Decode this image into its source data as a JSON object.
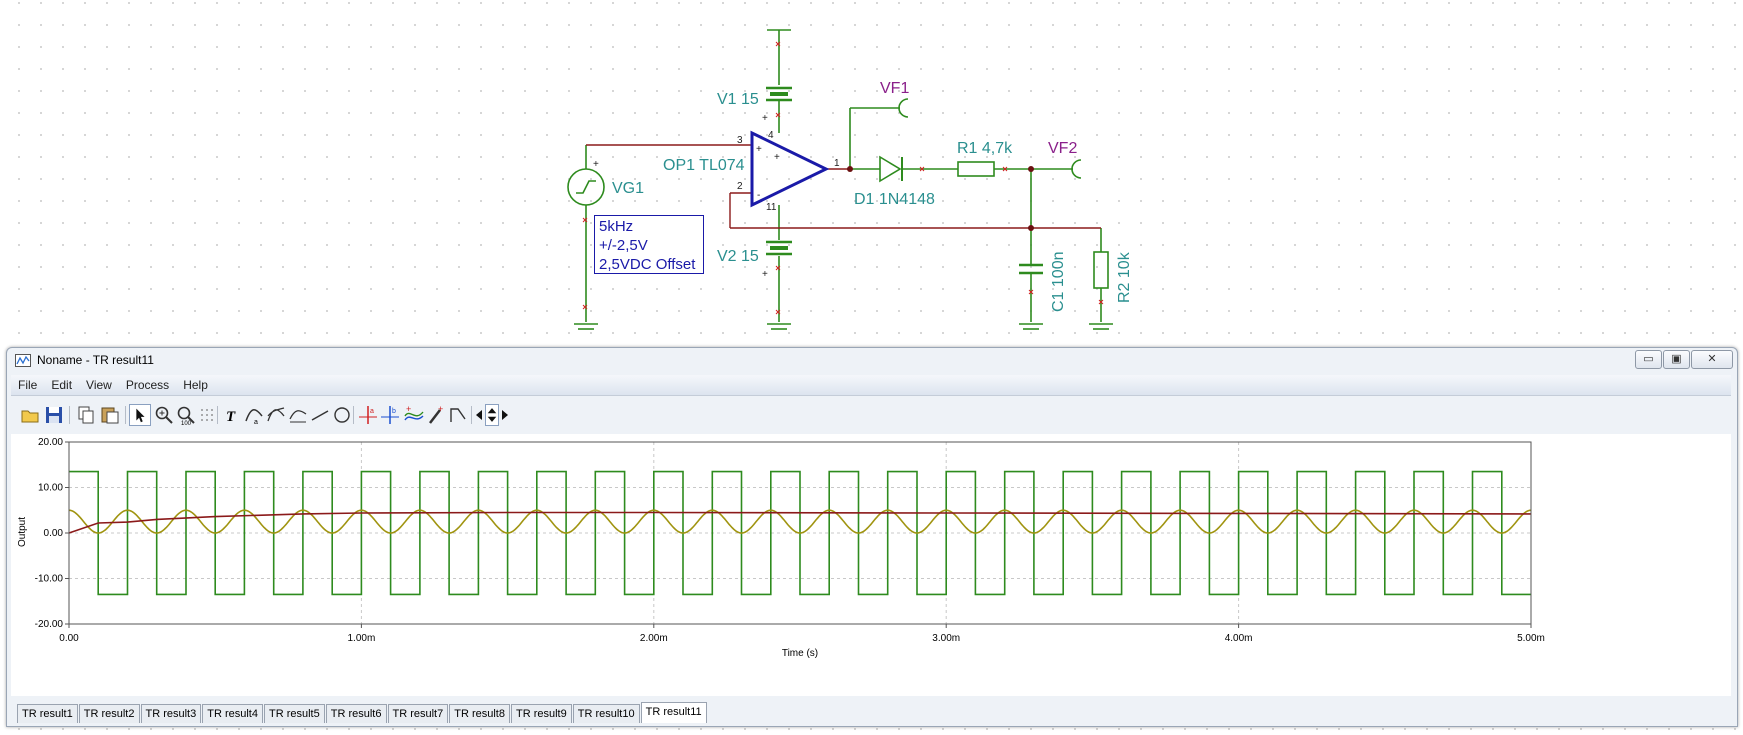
{
  "schematic": {
    "components": {
      "v1": "V1 15",
      "v2": "V2 15",
      "op1": "OP1 TL074",
      "vg1": "VG1",
      "d1": "D1 1N4148",
      "r1": "R1 4,7k",
      "r2": "R2 10k",
      "c1": "C1 100n",
      "vf1": "VF1",
      "vf2": "VF2"
    },
    "pins": {
      "p1": "1",
      "p2": "2",
      "p3": "3",
      "p4": "4",
      "p11": "11",
      "plus": "+",
      "minus": "-"
    },
    "note": [
      "5kHz",
      "+/-2,5V",
      "2,5VDC Offset"
    ]
  },
  "window": {
    "title": "Noname - TR result11",
    "controls": {
      "minimize": "▭",
      "maximize": "▣",
      "close": "✕"
    },
    "menu": [
      "File",
      "Edit",
      "View",
      "Process",
      "Help"
    ],
    "toolbar_icons": [
      "open-folder-icon",
      "save-icon",
      "copy-icon",
      "paste-icon",
      "pointer-icon",
      "zoom-in-icon",
      "zoom-fit-icon",
      "grid-icon",
      "text-icon",
      "curve-icon",
      "curve2-icon",
      "curve3-icon",
      "line-icon",
      "circle-icon",
      "cursor-a-icon",
      "cursor-b-icon",
      "add-curve-icon",
      "probe-icon",
      "angle-icon",
      "left-arrow-icon",
      "updown-arrow-icon",
      "right-arrow-icon"
    ],
    "tabs": [
      "TR result1",
      "TR result2",
      "TR result3",
      "TR result4",
      "TR result5",
      "TR result6",
      "TR result7",
      "TR result8",
      "TR result9",
      "TR result10",
      "TR result11"
    ],
    "active_tab": "TR result11"
  },
  "chart_data": {
    "type": "line",
    "title": "",
    "xlabel": "Time (s)",
    "ylabel": "Output",
    "xlim": [
      0,
      0.005
    ],
    "ylim": [
      -20,
      20
    ],
    "x_ticks": [
      "0.00",
      "1.00m",
      "2.00m",
      "3.00m",
      "4.00m",
      "5.00m"
    ],
    "y_ticks": [
      "20.00",
      "10.00",
      "0.00",
      "-10.00",
      "-20.00"
    ],
    "grid": true,
    "series": [
      {
        "color": "#2e8b1e",
        "shape": "square",
        "high": 13.5,
        "low": -13.5,
        "frequency_hz": 5000,
        "high_duty": 0.5
      },
      {
        "color": "#a09410",
        "shape": "sine",
        "offset": 2.5,
        "amplitude": 2.5,
        "frequency_hz": 5000
      },
      {
        "color": "#8b1a1a",
        "shape": "envelope",
        "x": [
          0,
          0.0001,
          0.0002,
          0.0003,
          0.0005,
          0.0008,
          0.001,
          0.0015,
          0.002,
          0.003,
          0.004,
          0.005
        ],
        "y": [
          0,
          2.2,
          2.4,
          3.0,
          3.6,
          4.2,
          4.4,
          4.5,
          4.5,
          4.4,
          4.3,
          4.2
        ]
      }
    ]
  }
}
